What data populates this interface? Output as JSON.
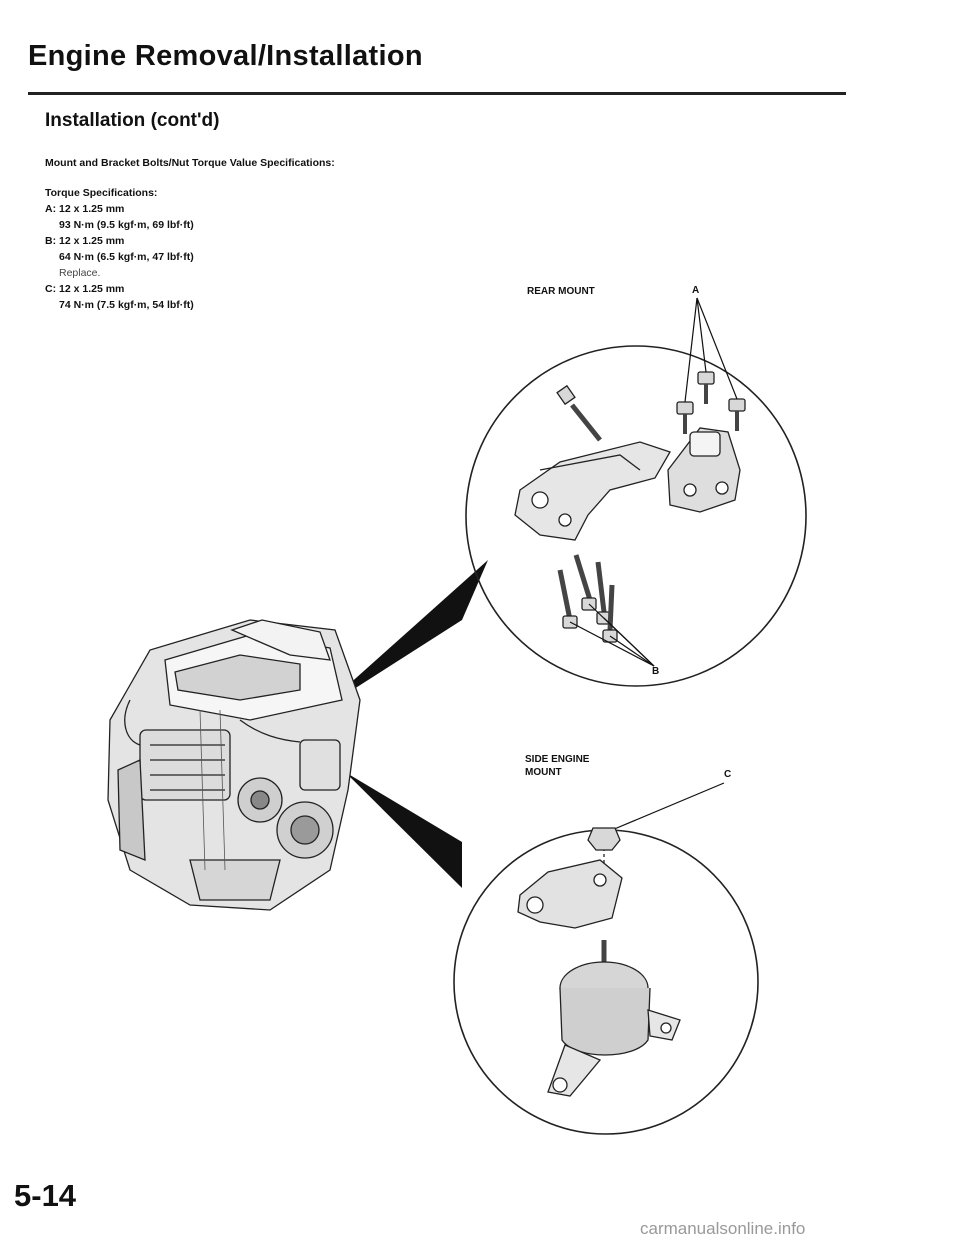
{
  "header": {
    "title": "Engine Removal/Installation",
    "subtitle": "Installation (cont'd)"
  },
  "intro": "Mount and Bracket Bolts/Nut Torque Value Specifications:",
  "specs": {
    "heading": "Torque Specifications:",
    "items": [
      {
        "label": "A: 12 x 1.25 mm",
        "value": "93 N·m (9.5 kgf·m, 69 lbf·ft)",
        "note": ""
      },
      {
        "label": "B: 12 x 1.25 mm",
        "value": "64 N·m (6.5 kgf·m, 47 lbf·ft)",
        "note": "Replace."
      },
      {
        "label": "C: 12 x 1.25 mm",
        "value": "74 N·m (7.5 kgf·m, 54 lbf·ft)",
        "note": ""
      }
    ]
  },
  "diagram": {
    "rear_mount_label": "REAR MOUNT",
    "side_mount_label_line1": "SIDE ENGINE",
    "side_mount_label_line2": "MOUNT",
    "callout_a": "A",
    "callout_b": "B",
    "callout_c": "C"
  },
  "page_number": "5-14",
  "footer": "carmanualsonline.info"
}
